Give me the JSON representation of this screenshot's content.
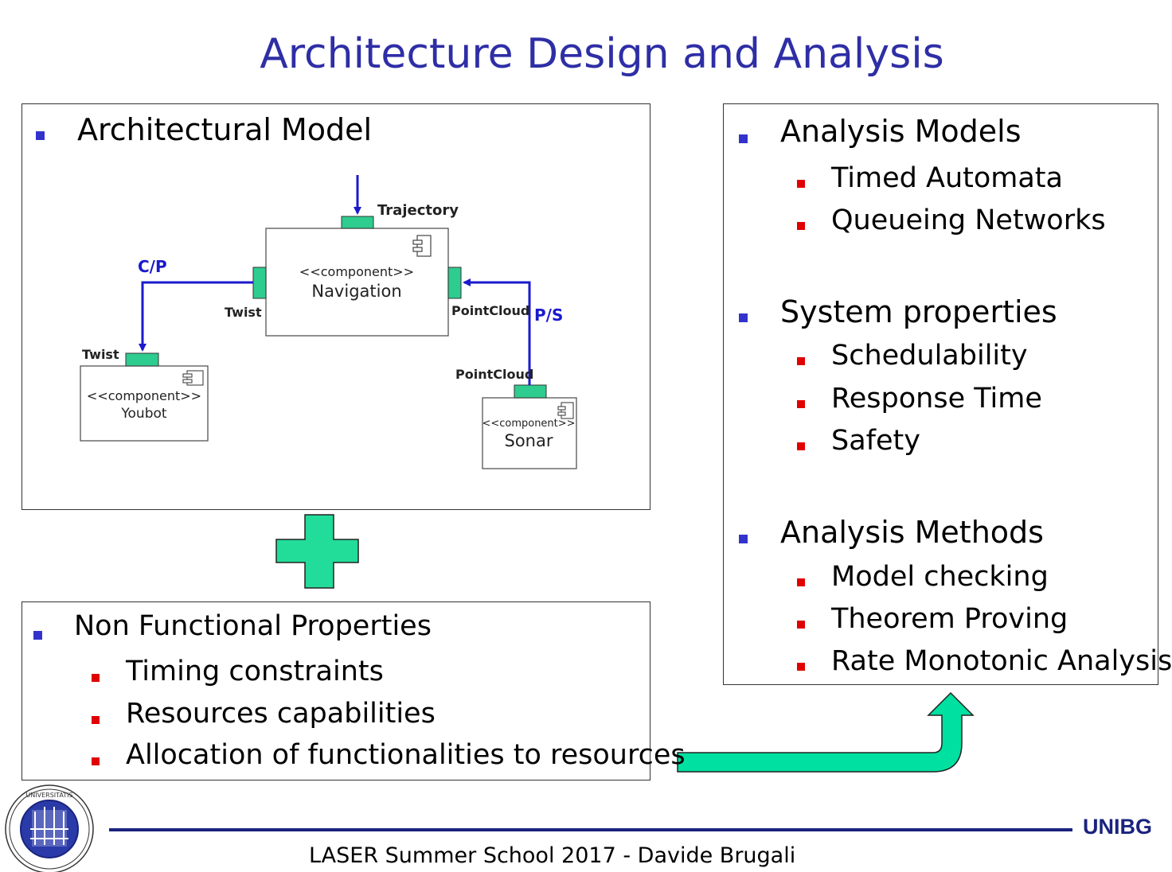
{
  "title": "Architecture Design and Analysis",
  "left_top": {
    "heading": "Architectural Model",
    "diagram": {
      "components": [
        {
          "stereotype": "<<component>>",
          "name": "Navigation"
        },
        {
          "stereotype": "<<component>>",
          "name": "Youbot"
        },
        {
          "stereotype": "<<component>>",
          "name": "Sonar"
        }
      ],
      "port_labels": {
        "trajectory": "Trajectory",
        "nav_twist": "Twist",
        "nav_pointcloud": "PointCloud",
        "youbot_twist": "Twist",
        "sonar_pointcloud": "PointCloud"
      },
      "connector_labels": {
        "cp": "C/P",
        "ps": "P/S"
      }
    }
  },
  "left_bottom": {
    "heading": "Non Functional Properties",
    "items": [
      "Timing constraints",
      "Resources capabilities",
      "Allocation of functionalities to resources"
    ]
  },
  "right": {
    "sections": [
      {
        "heading": "Analysis Models",
        "items": [
          "Timed Automata",
          "Queueing Networks"
        ]
      },
      {
        "heading": "System properties",
        "items": [
          "Schedulability",
          "Response Time",
          "Safety"
        ]
      },
      {
        "heading": "Analysis Methods",
        "items": [
          "Model checking",
          "Theorem Proving",
          "Rate Monotonic Analysis"
        ]
      }
    ]
  },
  "footer": {
    "text": "LASER Summer School 2017 - Davide Brugali",
    "brand": "UNIBG",
    "seal_text": "UNIVERSITATIS BERGOMENSIS SIGILLUM"
  },
  "colors": {
    "title": "#2e2ea6",
    "port": "#2ecc8f",
    "connector": "#1a1acc",
    "plus": "#22dd99",
    "arrow": "#00e0a0",
    "bullet_main": "#3333cc",
    "bullet_sub": "#e00000"
  }
}
